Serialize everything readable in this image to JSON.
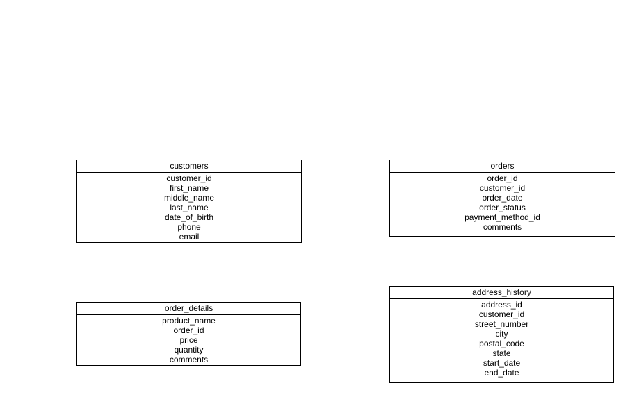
{
  "diagram": {
    "entities": [
      {
        "name": "customers",
        "fields": [
          "customer_id",
          "first_name",
          "middle_name",
          "last_name",
          "date_of_birth",
          "phone",
          "email"
        ]
      },
      {
        "name": "orders",
        "fields": [
          "order_id",
          "customer_id",
          "order_date",
          "order_status",
          "payment_method_id",
          "comments"
        ]
      },
      {
        "name": "order_details",
        "fields": [
          "product_name",
          "order_id",
          "price",
          "quantity",
          "comments"
        ]
      },
      {
        "name": "address_history",
        "fields": [
          "address_id",
          "customer_id",
          "street_number",
          "city",
          "postal_code",
          "state",
          "start_date",
          "end_date"
        ]
      }
    ]
  }
}
